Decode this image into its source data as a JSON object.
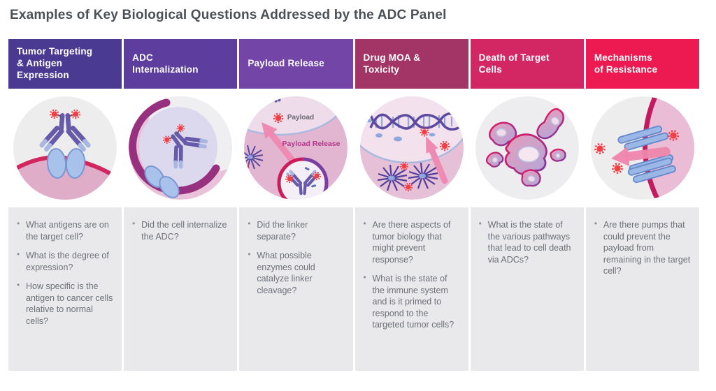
{
  "title": "Examples of Key Biological Questions Addressed by the ADC Panel",
  "columns": [
    {
      "header": "Tumor Targeting & Antigen Expression",
      "header_lines": [
        "Tumor Targeting",
        "& Antigen",
        "Expression"
      ],
      "color": "#4b3a92",
      "questions": [
        "What antigens are on the target cell?",
        "What is the degree of expression?",
        "How specific is the antigen to cancer cells relative to normal cells?"
      ]
    },
    {
      "header": "ADC Internalization",
      "header_lines": [
        "ADC",
        "Internalization"
      ],
      "color": "#5d3d9e",
      "questions": [
        "Did the cell internalize the ADC?"
      ]
    },
    {
      "header": "Payload Release",
      "header_lines": [
        "Payload Release"
      ],
      "color": "#7345a7",
      "questions": [
        "Did the linker separate?",
        "What possible enzymes could catalyze linker cleavage?"
      ]
    },
    {
      "header": "Drug MOA & Toxicity",
      "header_lines": [
        "Drug MOA &",
        "Toxicity"
      ],
      "color": "#a23566",
      "questions": [
        "Are there aspects of tumor biology that might prevent response?",
        "What is the state of the immune system and is it primed to respond to the targeted tumor cells?"
      ]
    },
    {
      "header": "Death of Target Cells",
      "header_lines": [
        "Death of Target",
        "Cells"
      ],
      "color": "#d32764",
      "questions": [
        "What is the state of the various pathways that lead to cell death via ADCs?"
      ]
    },
    {
      "header": "Mechanisms of Resistance",
      "header_lines": [
        "Mechanisms",
        "of Resistance"
      ],
      "color": "#ec1a51",
      "questions": [
        "Are there pumps that could prevent the payload from remaining in the target cell?"
      ]
    }
  ],
  "illustrations": {
    "payload_label": "Payload",
    "payload_release_label": "Payload Release"
  }
}
